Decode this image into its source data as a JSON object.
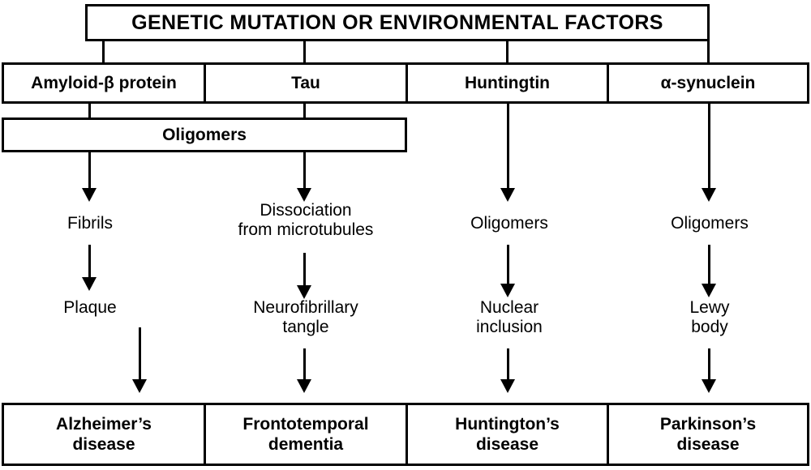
{
  "diagram": {
    "title": "GENETIC MUTATION OR ENVIRONMENTAL FACTORS",
    "proteins": [
      {
        "label": "Amyloid-β protein"
      },
      {
        "label": "Tau"
      },
      {
        "label": "Huntingtin"
      },
      {
        "label": "α-synuclein"
      }
    ],
    "oligomers_box": {
      "label": "Oligomers"
    },
    "stage1": [
      {
        "label": "Fibrils"
      },
      {
        "label": "Dissociation\nfrom microtubules"
      },
      {
        "label": "Oligomers"
      },
      {
        "label": "Oligomers"
      }
    ],
    "stage2": [
      {
        "label": "Plaque"
      },
      {
        "label": "Neurofibrillary\ntangle"
      },
      {
        "label": "Nuclear\ninclusion"
      },
      {
        "label": "Lewy\nbody"
      }
    ],
    "diseases": [
      {
        "label": "Alzheimer’s\ndisease"
      },
      {
        "label": "Frontotemporal\ndementia"
      },
      {
        "label": "Huntington’s\ndisease"
      },
      {
        "label": "Parkinson’s\ndisease"
      }
    ],
    "colors": {
      "stroke": "#000000",
      "background": "#ffffff",
      "text": "#000000"
    }
  }
}
